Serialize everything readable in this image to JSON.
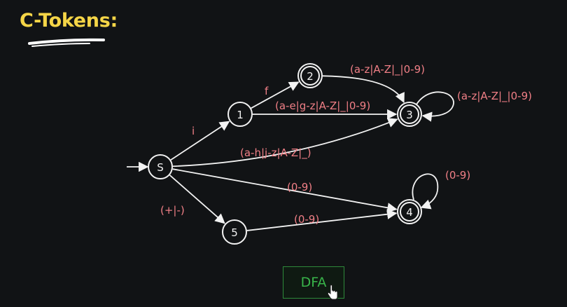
{
  "title": "C-Tokens:",
  "button": {
    "label": "DFA"
  },
  "colors": {
    "title": "#f5d547",
    "edge_label": "#f07f86",
    "button": "#39b54a",
    "stroke": "#f2f2f2"
  },
  "nodes": [
    {
      "id": "S",
      "label": "S",
      "accepting": false,
      "start": true
    },
    {
      "id": "1",
      "label": "1",
      "accepting": false
    },
    {
      "id": "2",
      "label": "2",
      "accepting": true
    },
    {
      "id": "3",
      "label": "3",
      "accepting": true
    },
    {
      "id": "4",
      "label": "4",
      "accepting": true
    },
    {
      "id": "5",
      "label": "5",
      "accepting": false
    }
  ],
  "edges": [
    {
      "from": "S",
      "to": "1",
      "label": "i"
    },
    {
      "from": "1",
      "to": "2",
      "label": "f"
    },
    {
      "from": "2",
      "to": "3",
      "label": "(a-z|A-Z|_|0-9)"
    },
    {
      "from": "1",
      "to": "3",
      "label": "(a-e|g-z|A-Z|_|0-9)"
    },
    {
      "from": "3",
      "to": "3",
      "label": "(a-z|A-Z|_|0-9)"
    },
    {
      "from": "S",
      "to": "3",
      "label": "(a-h|j-z|A-Z|_)"
    },
    {
      "from": "S",
      "to": "4",
      "label": "(0-9)"
    },
    {
      "from": "S",
      "to": "5",
      "label": "(+|-)"
    },
    {
      "from": "5",
      "to": "4",
      "label": "(0-9)"
    },
    {
      "from": "4",
      "to": "4",
      "label": "(0-9)"
    }
  ]
}
